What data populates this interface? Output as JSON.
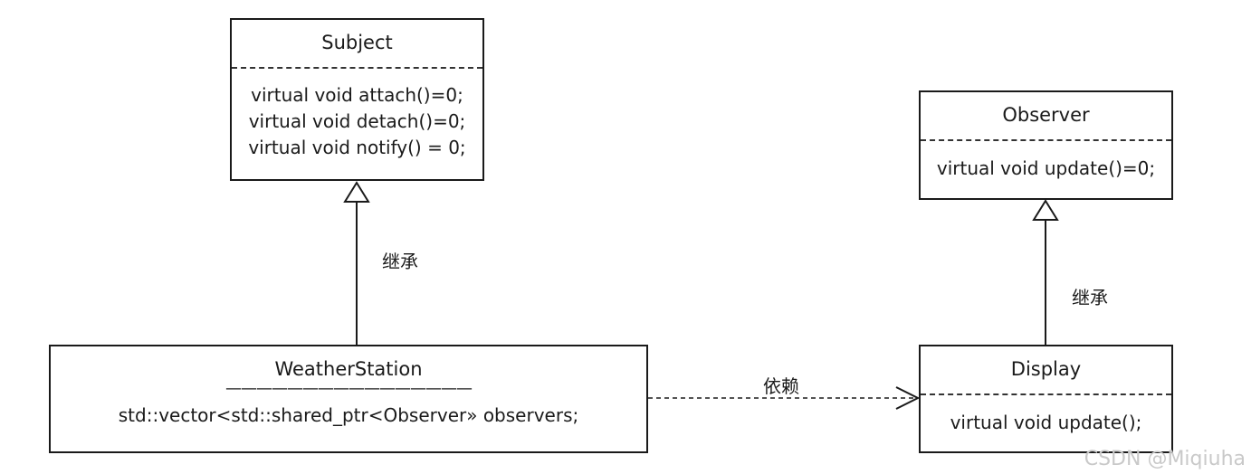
{
  "subject": {
    "title": "Subject",
    "methods": [
      "virtual void attach()=0;",
      "virtual void detach()=0;",
      "virtual void notify() = 0;"
    ]
  },
  "observer": {
    "title": "Observer",
    "methods": [
      "virtual void update()=0;"
    ]
  },
  "weather_station": {
    "title": "WeatherStation",
    "separator": "————————————————",
    "fields": [
      "std::vector<std::shared_ptr<Observer» observers;"
    ]
  },
  "display": {
    "title": "Display",
    "methods": [
      "virtual void update();"
    ]
  },
  "relations": {
    "subject_inherit_label": "继承",
    "observer_inherit_label": "继承",
    "dependency_label": "依赖"
  },
  "watermark": "CSDN @Miqiuha"
}
